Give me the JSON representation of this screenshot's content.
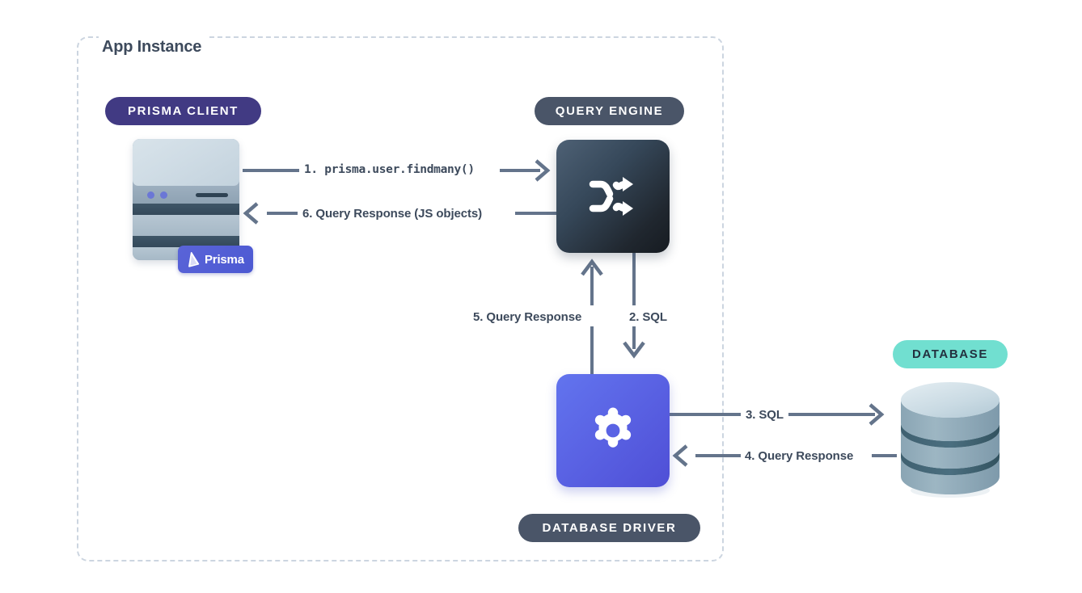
{
  "diagram": {
    "title": "App Instance",
    "boundary_label": "App Instance"
  },
  "badges": {
    "prisma_client": "PRISMA CLIENT",
    "query_engine": "QUERY ENGINE",
    "database_driver": "DATABASE DRIVER",
    "database": "DATABASE",
    "prisma_logo_label": "Prisma"
  },
  "connections": [
    {
      "id": "1",
      "label": "1. prisma.user.findmany()",
      "from": "prisma-client",
      "to": "query-engine",
      "direction": "right",
      "style": "mono"
    },
    {
      "id": "6",
      "label": "6. Query Response (JS objects)",
      "from": "query-engine",
      "to": "prisma-client",
      "direction": "left",
      "style": "sans"
    },
    {
      "id": "2",
      "label": "2. SQL",
      "from": "query-engine",
      "to": "database-driver",
      "direction": "down",
      "style": "sans"
    },
    {
      "id": "5",
      "label": "5. Query Response",
      "from": "database-driver",
      "to": "query-engine",
      "direction": "up",
      "style": "sans"
    },
    {
      "id": "3",
      "label": "3. SQL",
      "from": "database-driver",
      "to": "database",
      "direction": "right",
      "style": "sans"
    },
    {
      "id": "4",
      "label": "4. Query Response",
      "from": "database",
      "to": "database-driver",
      "direction": "left",
      "style": "sans"
    }
  ],
  "labels": {
    "conn_1": "1. prisma.user.findmany()",
    "conn_6": "6. Query Response (JS objects)",
    "conn_2": "2. SQL",
    "conn_5": "5. Query Response",
    "conn_3": "3. SQL",
    "conn_4": "4. Query Response"
  },
  "colors": {
    "prisma_client_badge": "#413a83",
    "query_engine_badge": "#4a5568",
    "database_driver_badge": "#4a5568",
    "database_badge": "#71dfd0",
    "database_badge_text": "#23313f",
    "arrow": "#64748b",
    "boundary_dash": "#ccd5e0",
    "text": "#3d4a5c",
    "driver_box": "#5a63e4",
    "engine_box": "#20272f",
    "prisma_badge": "#4c59d2",
    "background": "#ffffff"
  },
  "icons": {
    "query_engine": "shuffle-icon",
    "database_driver": "gear-icon",
    "database": "database-cylinder-icon",
    "prisma": "prisma-logo-icon"
  }
}
